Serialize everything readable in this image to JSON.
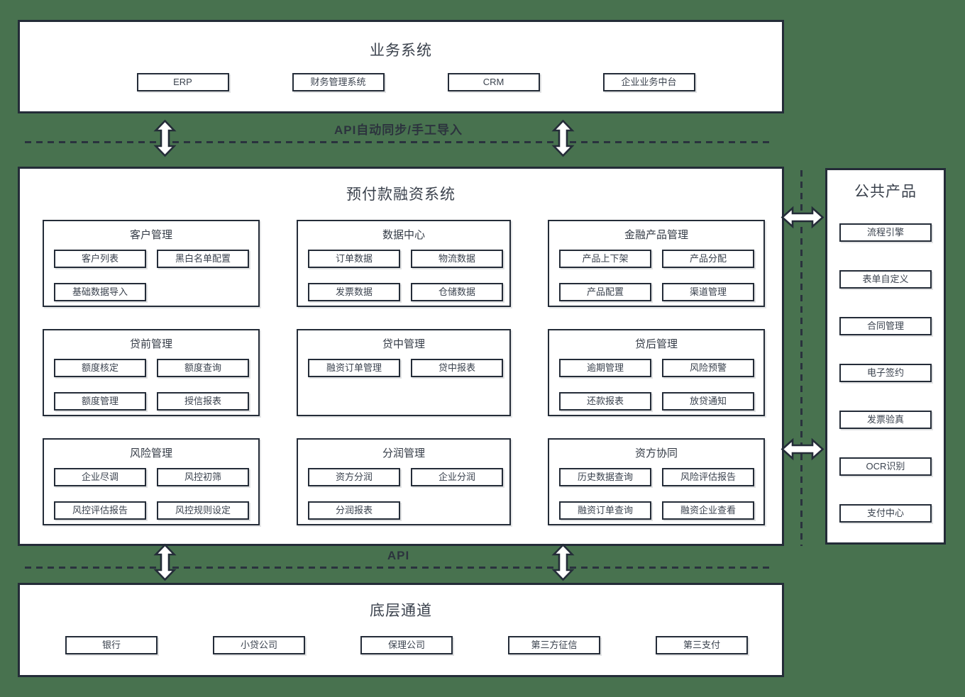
{
  "colors": {
    "background": "#48724F",
    "box_fill": "#FFFFFF",
    "border": "#242C38",
    "text": "#3A424E"
  },
  "top_system": {
    "title": "业务系统",
    "items": [
      "ERP",
      "财务管理系统",
      "CRM",
      "企业业务中台"
    ]
  },
  "connector_top": {
    "label": "API自动同步/手工导入"
  },
  "main_system": {
    "title": "预付款融资系统",
    "modules": [
      {
        "title": "客户管理",
        "items": [
          "客户列表",
          "黑白名单配置",
          "基础数据导入"
        ]
      },
      {
        "title": "数据中心",
        "items": [
          "订单数据",
          "物流数据",
          "发票数据",
          "仓储数据"
        ]
      },
      {
        "title": "金融产品管理",
        "items": [
          "产品上下架",
          "产品分配",
          "产品配置",
          "渠道管理"
        ]
      },
      {
        "title": "贷前管理",
        "items": [
          "额度核定",
          "额度查询",
          "额度管理",
          "授信报表"
        ]
      },
      {
        "title": "贷中管理",
        "items": [
          "融资订单管理",
          "贷中报表"
        ]
      },
      {
        "title": "贷后管理",
        "items": [
          "逾期管理",
          "风险预警",
          "还款报表",
          "放贷通知"
        ]
      },
      {
        "title": "风险管理",
        "items": [
          "企业尽调",
          "风控初筛",
          "风控评估报告",
          "风控规则设定"
        ]
      },
      {
        "title": "分润管理",
        "items": [
          "资方分润",
          "企业分润",
          "分润报表"
        ]
      },
      {
        "title": "资方协同",
        "items": [
          "历史数据查询",
          "风险评估报告",
          "融资订单查询",
          "融资企业查看"
        ]
      }
    ]
  },
  "shared_products": {
    "title": "公共产品",
    "items": [
      "流程引擎",
      "表单自定义",
      "合同管理",
      "电子签约",
      "发票验真",
      "OCR识别",
      "支付中心"
    ]
  },
  "connector_bottom": {
    "label": "API"
  },
  "bottom_channels": {
    "title": "底层通道",
    "items": [
      "银行",
      "小贷公司",
      "保理公司",
      "第三方征信",
      "第三支付"
    ]
  }
}
